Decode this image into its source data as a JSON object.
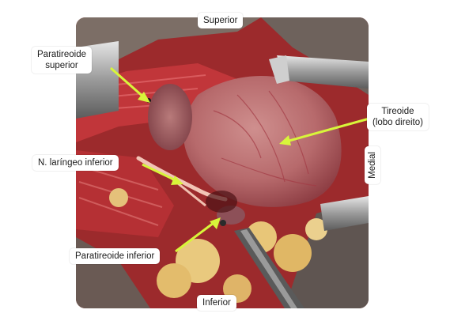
{
  "figure": {
    "subject": "surgical-photo-thyroid-parathyroid",
    "labels": {
      "superior": "Superior",
      "inferior": "Inferior",
      "medial": "Medial",
      "superior_parathyroid_line1": "Paratireoide",
      "superior_parathyroid_line2": "superior",
      "thyroid_line1": "Tireoide",
      "thyroid_line2": "(lobo direito)",
      "laryngeal_nerve": "N. laríngeo inferior",
      "inferior_parathyroid": "Paratireoide inferior"
    },
    "colors": {
      "arrow": "#d8f53a",
      "tissue_dark": "#7a1a1c",
      "tissue_mid": "#b8383a",
      "tissue_light": "#d98a84",
      "background": "#ffffff"
    }
  }
}
